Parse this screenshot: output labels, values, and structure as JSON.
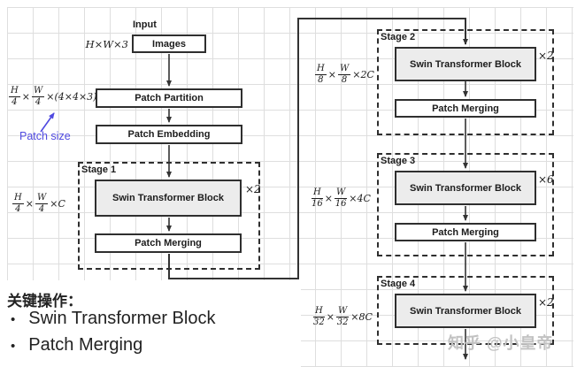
{
  "colors": {
    "accent_blue": "#4f49e0",
    "box_fill": "#ececec",
    "line": "#333333",
    "grid": "#dedede",
    "watermark": "#c2c2c2"
  },
  "diagram": {
    "input_label": "Input",
    "images_label": "Images",
    "input_dims": "H×W×3",
    "patch_partition_label": "Patch Partition",
    "patch_embedding_label": "Patch Embedding",
    "patch_size_callout": "Patch size",
    "patch_formula": {
      "n1": "H",
      "d1": "4",
      "mid": "×",
      "n2": "W",
      "d2": "4",
      "suffix": "×(4×4×3)"
    },
    "stage1": {
      "name": "Stage 1",
      "block": "Swin Transformer Block",
      "multiplier": "×2",
      "merge": "Patch Merging",
      "dims": {
        "n1": "H",
        "d1": "4",
        "mid": "×",
        "n2": "W",
        "d2": "4",
        "suffix": "×C"
      }
    },
    "stage2": {
      "name": "Stage 2",
      "block": "Swin Transformer Block",
      "multiplier": "×2",
      "merge": "Patch Merging",
      "dims": {
        "n1": "H",
        "d1": "8",
        "mid": "×",
        "n2": "W",
        "d2": "8",
        "suffix": "×2C"
      }
    },
    "stage3": {
      "name": "Stage 3",
      "block": "Swin Transformer Block",
      "multiplier": "×6",
      "merge": "Patch Merging",
      "dims": {
        "n1": "H",
        "d1": "16",
        "mid": "×",
        "n2": "W",
        "d2": "16",
        "suffix": "×4C"
      }
    },
    "stage4": {
      "name": "Stage 4",
      "block": "Swin Transformer Block",
      "multiplier": "×2",
      "dims": {
        "n1": "H",
        "d1": "32",
        "mid": "×",
        "n2": "W",
        "d2": "32",
        "suffix": "×8C"
      }
    }
  },
  "legend": {
    "title": "关键操作：",
    "items": [
      "Swin Transformer Block",
      "Patch Merging"
    ]
  },
  "watermark": "知乎 @小皇帝"
}
